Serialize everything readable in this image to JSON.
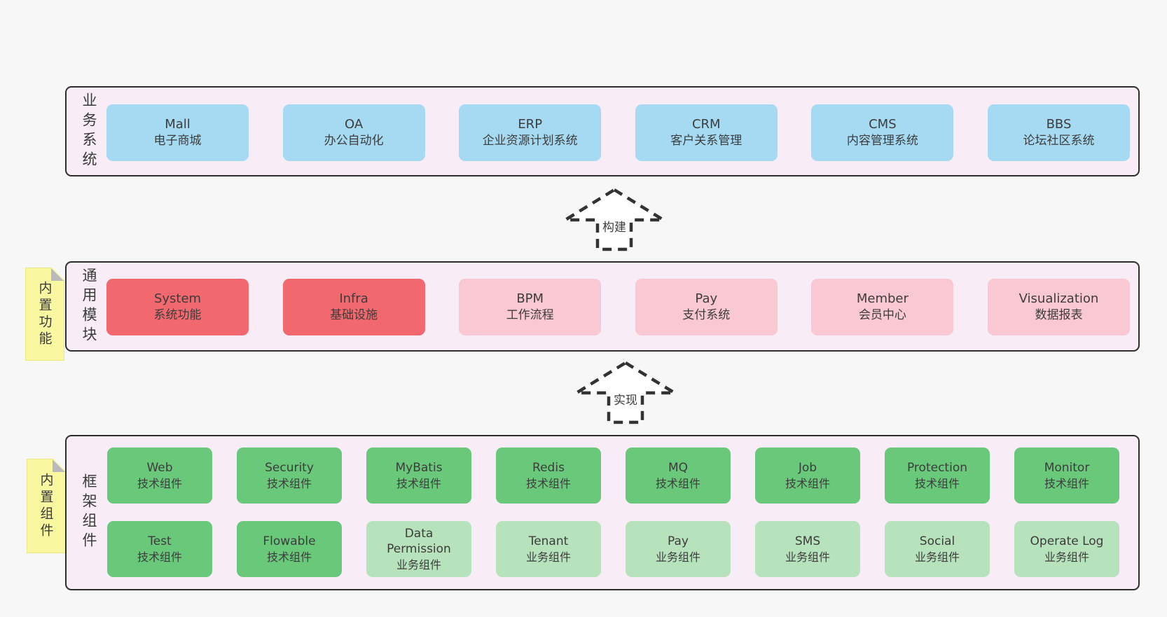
{
  "palette": {
    "page_bg": "#f7f7f7",
    "band_bg": "#f8edf6",
    "band_border": "#2d2d2d",
    "blue": "#a6daf3",
    "red": "#f1696e",
    "pink": "#f9c8d2",
    "green": "#69c87a",
    "green_light": "#b7e3bc",
    "note_yellow": "#f9f8a0",
    "note_fold_gray": "#b9b9be",
    "text": "#3c3c3c",
    "dash": "#333333"
  },
  "bands": [
    {
      "label": "业务系统",
      "boxes": [
        {
          "en": "Mall",
          "zh": "电子商城",
          "tone": "tone-blue"
        },
        {
          "en": "OA",
          "zh": "办公自动化",
          "tone": "tone-blue"
        },
        {
          "en": "ERP",
          "zh": "企业资源计划系统",
          "tone": "tone-blue"
        },
        {
          "en": "CRM",
          "zh": "客户关系管理",
          "tone": "tone-blue"
        },
        {
          "en": "CMS",
          "zh": "内容管理系统",
          "tone": "tone-blue"
        },
        {
          "en": "BBS",
          "zh": "论坛社区系统",
          "tone": "tone-blue"
        }
      ]
    },
    {
      "label": "通用模块",
      "note": "内置功能",
      "boxes": [
        {
          "en": "System",
          "zh": "系统功能",
          "tone": "tone-red"
        },
        {
          "en": "Infra",
          "zh": "基础设施",
          "tone": "tone-red"
        },
        {
          "en": "BPM",
          "zh": "工作流程",
          "tone": "tone-pink"
        },
        {
          "en": "Pay",
          "zh": "支付系统",
          "tone": "tone-pink"
        },
        {
          "en": "Member",
          "zh": "会员中心",
          "tone": "tone-pink"
        },
        {
          "en": "Visualization",
          "zh": "数据报表",
          "tone": "tone-pink"
        }
      ]
    },
    {
      "label": "框架组件",
      "note": "内置组件",
      "rows": [
        [
          {
            "en": "Web",
            "zh": "技术组件",
            "tone": "tone-green"
          },
          {
            "en": "Security",
            "zh": "技术组件",
            "tone": "tone-green"
          },
          {
            "en": "MyBatis",
            "zh": "技术组件",
            "tone": "tone-green"
          },
          {
            "en": "Redis",
            "zh": "技术组件",
            "tone": "tone-green"
          },
          {
            "en": "MQ",
            "zh": "技术组件",
            "tone": "tone-green"
          },
          {
            "en": "Job",
            "zh": "技术组件",
            "tone": "tone-green"
          },
          {
            "en": "Protection",
            "zh": "技术组件",
            "tone": "tone-green"
          },
          {
            "en": "Monitor",
            "zh": "技术组件",
            "tone": "tone-green"
          }
        ],
        [
          {
            "en": "Test",
            "zh": "技术组件",
            "tone": "tone-green"
          },
          {
            "en": "Flowable",
            "zh": "技术组件",
            "tone": "tone-green"
          },
          {
            "en": "Data Permission",
            "zh": "业务组件",
            "tone": "tone-lightgreen"
          },
          {
            "en": "Tenant",
            "zh": "业务组件",
            "tone": "tone-lightgreen"
          },
          {
            "en": "Pay",
            "zh": "业务组件",
            "tone": "tone-lightgreen"
          },
          {
            "en": "SMS",
            "zh": "业务组件",
            "tone": "tone-lightgreen"
          },
          {
            "en": "Social",
            "zh": "业务组件",
            "tone": "tone-lightgreen"
          },
          {
            "en": "Operate Log",
            "zh": "业务组件",
            "tone": "tone-lightgreen"
          }
        ]
      ]
    }
  ],
  "arrows": [
    {
      "label": "构建"
    },
    {
      "label": "实现"
    }
  ]
}
